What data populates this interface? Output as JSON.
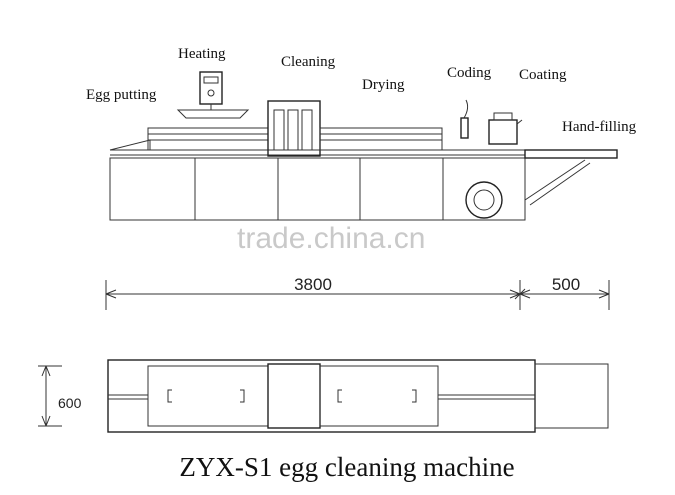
{
  "labels": {
    "egg_putting": "Egg putting",
    "heating": "Heating",
    "cleaning": "Cleaning",
    "drying": "Drying",
    "coding": "Coding",
    "coating": "Coating",
    "hand_filling": "Hand-filling"
  },
  "dimensions": {
    "length_main": "3800",
    "length_ext": "500",
    "width": "600"
  },
  "watermark": "trade.china.cn",
  "title": "ZYX-S1 egg cleaning machine"
}
